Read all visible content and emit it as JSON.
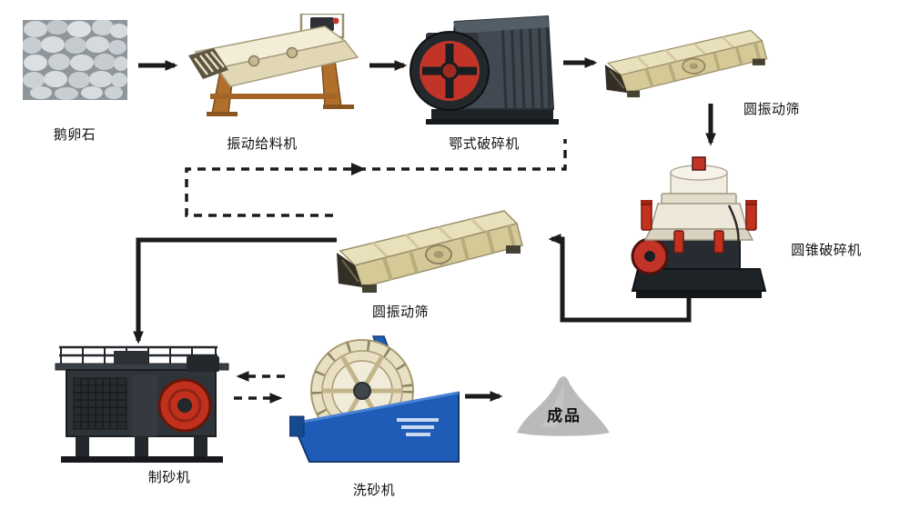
{
  "flowchart": {
    "nodes": {
      "cobblestone": {
        "label": "鹅卵石"
      },
      "vibrating_feeder": {
        "label": "振动给料机"
      },
      "jaw_crusher": {
        "label": "鄂式破碎机"
      },
      "vibrating_screen_top": {
        "label": "圆振动筛"
      },
      "cone_crusher": {
        "label": "圆锥破碎机"
      },
      "vibrating_screen_mid": {
        "label": "圆振动筛"
      },
      "sand_maker": {
        "label": "制砂机"
      },
      "sand_washer": {
        "label": "洗砂机"
      },
      "finished_product": {
        "label": "成品"
      }
    },
    "connections": [
      {
        "from": "cobblestone",
        "to": "vibrating_feeder",
        "style": "solid"
      },
      {
        "from": "vibrating_feeder",
        "to": "jaw_crusher",
        "style": "solid"
      },
      {
        "from": "jaw_crusher",
        "to": "vibrating_screen_top",
        "style": "solid"
      },
      {
        "from": "vibrating_screen_top",
        "to": "cone_crusher",
        "style": "solid"
      },
      {
        "from": "cone_crusher",
        "to": "vibrating_screen_mid",
        "style": "solid"
      },
      {
        "from": "vibrating_screen_mid",
        "to": "sand_maker",
        "style": "solid"
      },
      {
        "from": "vibrating_screen_mid",
        "to": "jaw_crusher",
        "style": "dashed"
      },
      {
        "from": "sand_washer",
        "to": "sand_maker",
        "style": "dashed"
      },
      {
        "from": "sand_maker",
        "to": "sand_washer",
        "style": "dashed"
      },
      {
        "from": "sand_washer",
        "to": "finished_product",
        "style": "solid"
      }
    ],
    "colors": {
      "arrow": "#1b1b1b",
      "label_text": "#111111",
      "machine_beige": "#d5c998",
      "machine_blue": "#1e5cb8",
      "machine_red": "#c23428",
      "machine_dark": "#2e3439",
      "product_gray": "#b9babc",
      "background": "#ffffff"
    }
  }
}
